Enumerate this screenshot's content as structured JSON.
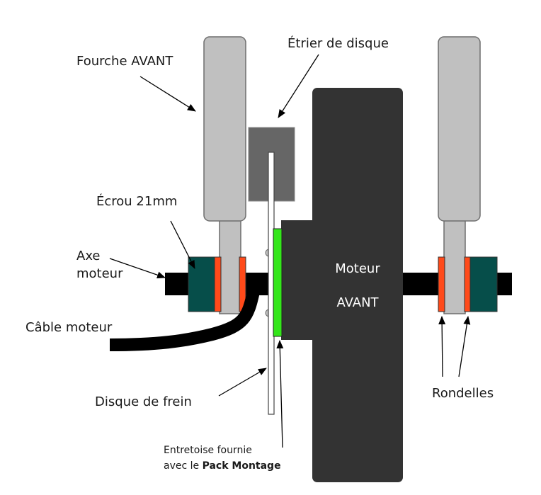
{
  "labels": {
    "fork": "Fourche AVANT",
    "caliper": "Étrier de disque",
    "nut": "Écrou 21mm",
    "axle_line1": "Axe",
    "axle_line2": "moteur",
    "cable": "Câble moteur",
    "disc": "Disque de frein",
    "motor_line1": "Moteur",
    "motor_line2": "AVANT",
    "washers": "Rondelles",
    "spacer_line1": "Entretoise fournie",
    "spacer_line2_prefix": "avec le ",
    "spacer_line2_bold": "Pack Montage"
  },
  "colors": {
    "motor": "#333333",
    "fork": "#c0c0c0",
    "fork_stroke": "#6e6e6e",
    "caliper": "#666666",
    "axle": "#000000",
    "nut": "#064e4a",
    "washer": "#ff4a1a",
    "spacer": "#33e61a",
    "disc": "#ffffff",
    "cable": "#000000",
    "arrow": "#000000"
  }
}
